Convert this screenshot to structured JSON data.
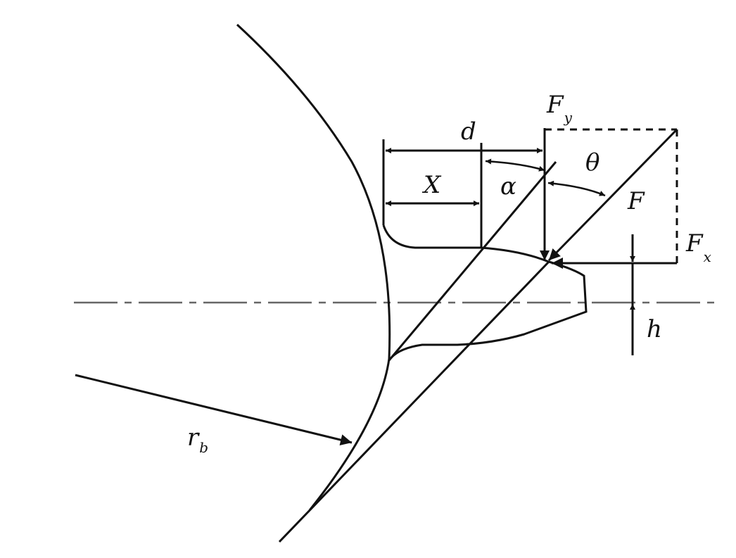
{
  "labels": {
    "Fy_main": "F",
    "Fy_sub": "y",
    "d": "d",
    "theta": "θ",
    "X": "X",
    "alpha": "α",
    "F": "F",
    "Fx_main": "F",
    "Fx_sub": "x",
    "h": "h",
    "rb_main": "r",
    "rb_sub": "b"
  },
  "colors": {
    "ink": "#111111",
    "centerline": "#666666",
    "background": "#ffffff"
  }
}
